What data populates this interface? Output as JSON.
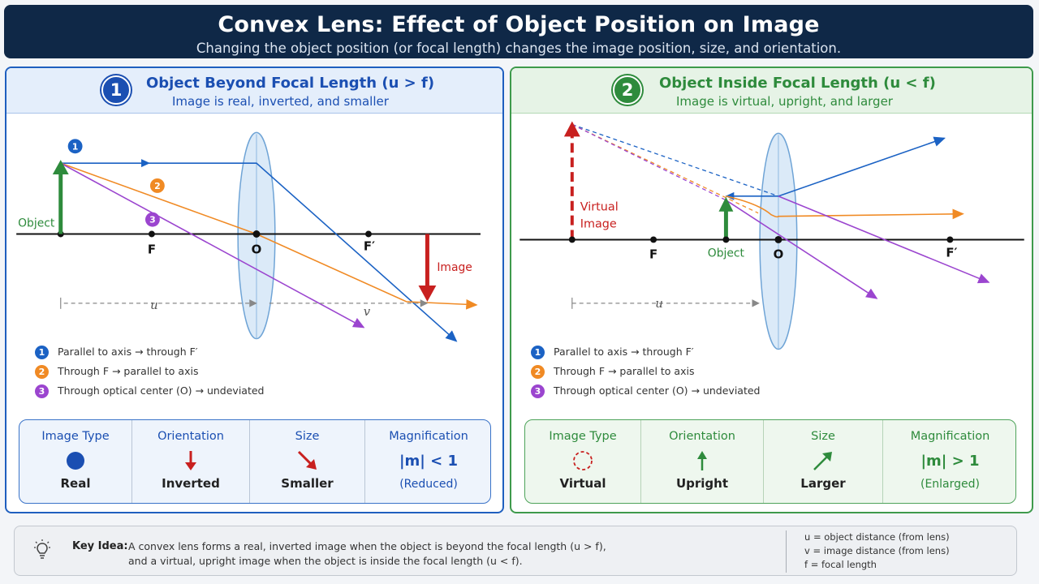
{
  "header": {
    "title": "Convex Lens: Effect of Object Position on Image",
    "subtitle": "Changing the object position (or focal length) changes the image position, size, and orientation."
  },
  "panel1": {
    "badge": "1",
    "title": "Object Beyond Focal Length (u > f)",
    "subtitle": "Image is real, inverted, and smaller",
    "labels": {
      "object": "Object",
      "image": "Image",
      "f": "F",
      "o": "O",
      "f_prime": "F′",
      "u": "u",
      "v": "v",
      "ray1": "1",
      "ray2": "2",
      "ray3": "3"
    },
    "legend": [
      {
        "num": "1",
        "text": "Parallel to axis → through F′"
      },
      {
        "num": "2",
        "text": "Through F → parallel to axis"
      },
      {
        "num": "3",
        "text": "Through optical center (O) → undeviated"
      }
    ],
    "summary": {
      "image_type_label": "Image Type",
      "image_type_value": "Real",
      "orientation_label": "Orientation",
      "orientation_value": "Inverted",
      "size_label": "Size",
      "size_value": "Smaller",
      "magnification_label": "Magnification",
      "magnification_value": "|m| < 1",
      "magnification_note": "(Reduced)"
    }
  },
  "panel2": {
    "badge": "2",
    "title": "Object Inside Focal Length (u < f)",
    "subtitle": "Image is virtual, upright, and larger",
    "labels": {
      "virtual_line1": "Virtual",
      "virtual_line2": "Image",
      "object": "Object",
      "f": "F",
      "o": "O",
      "f_prime": "F′",
      "u": "u"
    },
    "legend": [
      {
        "num": "1",
        "text": "Parallel to axis → through F′"
      },
      {
        "num": "2",
        "text": "Through F → parallel to axis"
      },
      {
        "num": "3",
        "text": "Through optical center (O) → undeviated"
      }
    ],
    "summary": {
      "image_type_label": "Image Type",
      "image_type_value": "Virtual",
      "orientation_label": "Orientation",
      "orientation_value": "Upright",
      "size_label": "Size",
      "size_value": "Larger",
      "magnification_label": "Magnification",
      "magnification_value": "|m| > 1",
      "magnification_note": "(Enlarged)"
    }
  },
  "footer": {
    "key_label": "Key Idea:",
    "line1": "A convex lens forms a real, inverted image when the object is beyond the focal length (u > f),",
    "line2": "and a virtual, upright image when the object is inside the focal length (u < f).",
    "def_u": "u = object distance (from lens)",
    "def_v": "v = image distance (from lens)",
    "def_f": "f = focal length"
  },
  "colors": {
    "ray1": "#1b62c4",
    "ray2": "#f08a24",
    "ray3": "#9b45cf",
    "object": "#2e8b3c",
    "image": "#c8201f",
    "header": "#0f2847"
  }
}
